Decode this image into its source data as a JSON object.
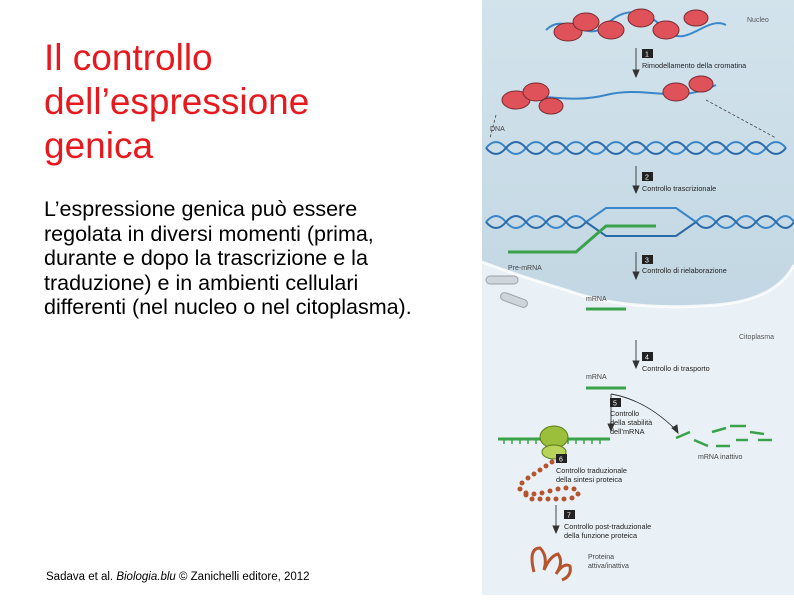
{
  "slide": {
    "title_lines": [
      "Il controllo",
      "dell’espressione",
      "genica"
    ],
    "body": "L’espressione genica può essere regolata in diversi momenti (prima, durante e dopo la trascrizione e la traduzione) e in ambienti cellulari differenti (nel nucleo o nel citoplasma).",
    "credit_prefix": "Sadava et al. ",
    "credit_book": "Biologia.blu",
    "credit_suffix": " © Zanichelli editore, 2012"
  },
  "figure": {
    "compartments": {
      "nucleus": "Nucleo",
      "cytoplasm": "Citoplasma"
    },
    "molecules": {
      "dna": "DNA",
      "pre_mrna": "Pre-mRNA",
      "mrna_1": "mRNA",
      "mrna_2": "mRNA",
      "inactive_mrna": "mRNA inattivo",
      "protein_1": "Proteina",
      "protein_2": "attiva/inattiva"
    },
    "steps": [
      {
        "number": "1",
        "lines": [
          "Rimodellamento della cromatina"
        ]
      },
      {
        "number": "2",
        "lines": [
          "Controllo trascrizionale"
        ]
      },
      {
        "number": "3",
        "lines": [
          "Controllo di rielaborazione"
        ]
      },
      {
        "number": "4",
        "lines": [
          "Controllo di trasporto"
        ]
      },
      {
        "number": "5",
        "lines": [
          "Controllo",
          "della stabilità",
          "dell’mRNA"
        ]
      },
      {
        "number": "6",
        "lines": [
          "Controllo traduzionale",
          "della sintesi proteica"
        ]
      },
      {
        "number": "7",
        "lines": [
          "Controllo post-traduzionale",
          "della funzione proteica"
        ]
      }
    ],
    "colors": {
      "nucleus_bg": "#c9dde8",
      "cytoplasm_bg": "#e6eff5",
      "dna": "#3a86c8",
      "rna": "#3aa24a",
      "histone": "#e0525a",
      "ribosome": "#9bbf3a",
      "protein": "#b5552e",
      "step_box": "#222222"
    }
  }
}
